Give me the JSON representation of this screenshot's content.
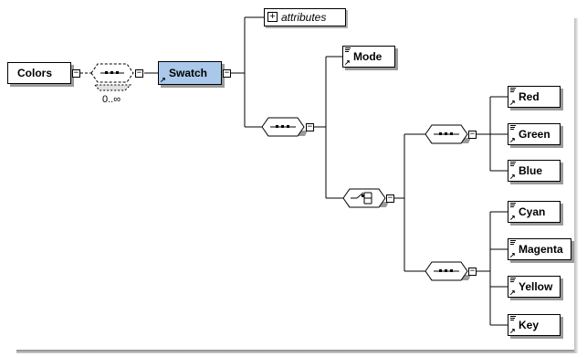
{
  "root": {
    "label": "Colors"
  },
  "sequence_repeat": {
    "cardinality": "0..∞"
  },
  "swatch": {
    "label": "Swatch"
  },
  "attributes": {
    "label": "attributes"
  },
  "mode": {
    "label": "Mode"
  },
  "rgb": [
    {
      "label": "Red"
    },
    {
      "label": "Green"
    },
    {
      "label": "Blue"
    }
  ],
  "cmyk": [
    {
      "label": "Cyan"
    },
    {
      "label": "Magenta"
    },
    {
      "label": "Yellow"
    },
    {
      "label": "Key"
    }
  ],
  "colors": {
    "selected_fill": "#a9c8ea",
    "shadow": "#9a9a9a"
  },
  "icons": {
    "sequence": "sequence-compositor-icon",
    "choice": "choice-compositor-icon",
    "reference": "reference-arrow-icon",
    "documentation": "documentation-icon"
  }
}
